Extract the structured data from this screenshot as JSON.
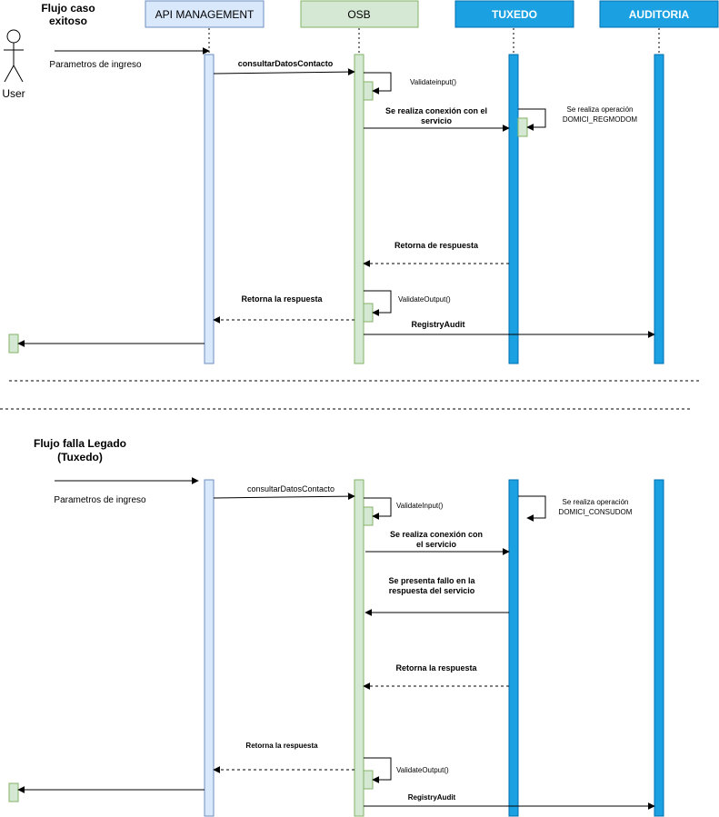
{
  "colors": {
    "api_fill": "#dae8fc",
    "api_stroke": "#6c8ebf",
    "osb_fill": "#d5e8d4",
    "osb_stroke": "#82b366",
    "tux_fill": "#1ba1e2",
    "tux_stroke": "#006eaf",
    "line": "#000000"
  },
  "header": {
    "title_success": "Flujo caso exitoso",
    "title_success_line1": "Flujo caso",
    "title_success_line2": "exitoso",
    "actor": "User",
    "participants": {
      "api": "API MANAGEMENT",
      "osb": "OSB",
      "tuxedo": "TUXEDO",
      "auditoria": "AUDITORIA"
    }
  },
  "flow1": {
    "input": "Parametros de ingreso",
    "call": "consultarDatosContacto",
    "validate_input": "Validateinput()",
    "connect_line1": "Se realiza conexión con el",
    "connect_line2": "servicio",
    "op_line1": "Se realiza operación",
    "op_line2": "DOMICI_REGMODOM",
    "return_tux": "Retorna de respuesta",
    "return_api": "Retorna la respuesta",
    "validate_output": "ValidateOutput()",
    "audit": "RegistryAudit"
  },
  "flow2": {
    "title_line1": "Flujo falla Legado",
    "title_line2": "(Tuxedo)",
    "input": "Parametros de ingreso",
    "call": "consultarDatosContacto",
    "validate_input": "ValidateInput()",
    "connect_line1": "Se realiza conexión con",
    "connect_line2": "el servicio",
    "op_line1": "Se realiza operación",
    "op_line2": "DOMICI_CONSUDOM",
    "fail_line1": "Se presenta fallo en la",
    "fail_line2": "respuesta del servicio",
    "return_tux": "Retorna la respuesta",
    "return_api": "Retorna la respuesta",
    "validate_output": "ValidateOutput()",
    "audit": "RegistryAudit"
  }
}
